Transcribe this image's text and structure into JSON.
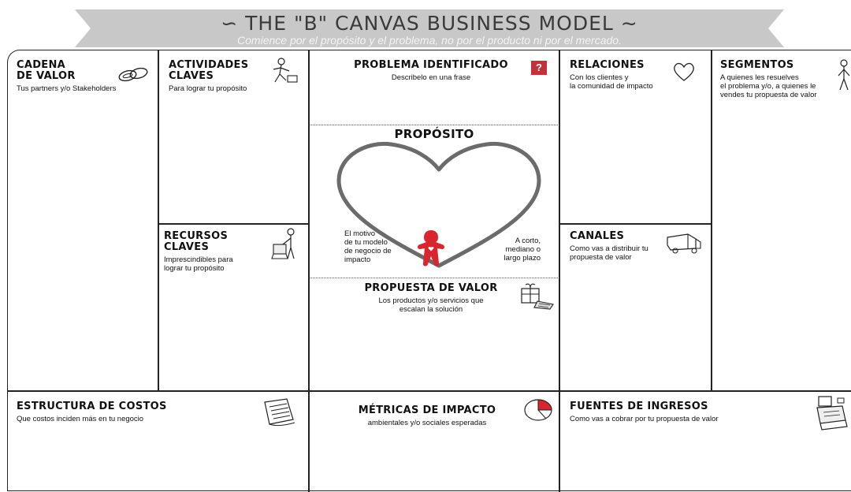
{
  "banner": {
    "title": "∽ THE \"B\" CANVAS BUSINESS MODEL ∼",
    "subtitle": "Comience por el propósito y el problema, no por el producto ni por el mercado."
  },
  "cells": {
    "cadena": {
      "title": "Cadena\nde valor",
      "desc": "Tus partners y/o Stakeholders",
      "icon": "chain-links-icon"
    },
    "actividades": {
      "title": "Actividades\nClaves",
      "desc": "Para lograr tu propósito",
      "icon": "worker-icon"
    },
    "problema": {
      "title": "Problema identificado",
      "desc": "Describelo en una frase",
      "icon": "question-mark-icon",
      "icon_text": "?"
    },
    "relaciones": {
      "title": "Relaciones",
      "desc": "Con los clientes y\nla comunidad de impacto",
      "icon": "heart-icon"
    },
    "segmentos": {
      "title": "Segmentos",
      "desc": "A quienes les resuelves\nel problema y/o, a quienes le\nvendes tu propuesta de valor",
      "icon": "person-icon"
    },
    "recursos": {
      "title": "Recursos\nClaves",
      "desc": "Imprescindibles para\nlograr tu propósito",
      "icon": "person-with-box-icon"
    },
    "proposito": {
      "title": "Propósito",
      "left_note": "El motivo\nde tu modelo\nde negocio de\nimpacto",
      "right_note": "A corto,\nmediano o\nlargo plazo",
      "icon": "gingerbread-figure-icon"
    },
    "canales": {
      "title": "Canales",
      "desc": "Como vas a distribuir tu\npropuesta de valor",
      "icon": "truck-icon"
    },
    "propuesta": {
      "title": "Propuesta de valor",
      "desc": "Los productos y/o servicios que\nescalan la solución",
      "icon": "gift-box-icon"
    },
    "costos": {
      "title": "Estructura de costos",
      "desc": "Que costos inciden más en tu negocio",
      "icon": "receipt-icon"
    },
    "metricas": {
      "title": "Métricas de impacto",
      "desc": "ambientales y/o sociales esperadas",
      "icon": "pie-chart-icon"
    },
    "ingresos": {
      "title": "Fuentes de ingresos",
      "desc": "Como vas a cobrar por tu propuesta de valor",
      "icon": "cash-register-icon"
    }
  },
  "colors": {
    "accent_red": "#d7262e",
    "heart_gray": "#6b6b6b",
    "banner_gray": "#c8c8c8"
  }
}
